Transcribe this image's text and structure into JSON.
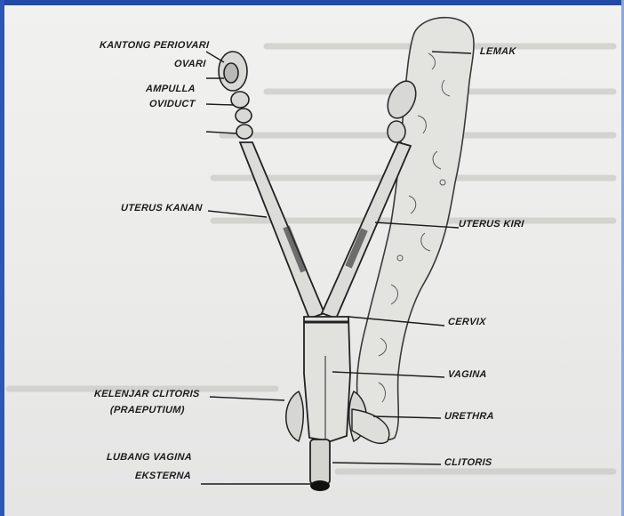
{
  "labels": {
    "kantong_periovari": "KANTONG PERIOVARI",
    "ovari": "OVARI",
    "ampulla": "AMPULLA",
    "oviduct": "OVIDUCT",
    "uterus_kanan": "UTERUS KANAN",
    "kelenjar_clitoris": "KELENJAR CLITORIS",
    "praeputium": "(PRAEPUTIUM)",
    "lubang_vagina": "LUBANG VAGINA",
    "eksterna": "EKSTERNA",
    "lemak": "LEMAK",
    "uterus_kiri": "UTERUS KIRI",
    "cervix": "CERVIX",
    "vagina": "VAGINA",
    "urethra": "URETHRA",
    "clitoris": "CLITORIS"
  },
  "colors": {
    "ink": "#1c1c1c",
    "frame_blue": "#1f4aa8",
    "background": "#eeeeec"
  }
}
